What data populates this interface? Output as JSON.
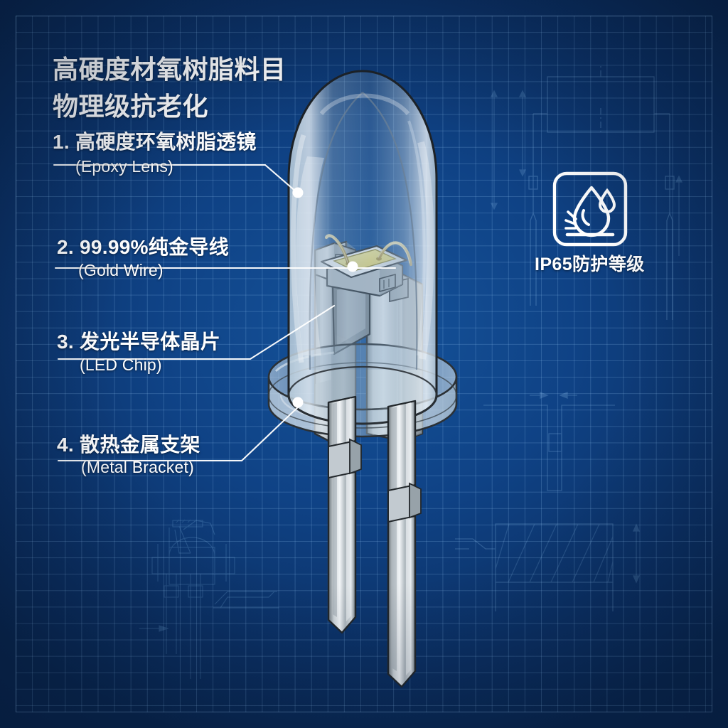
{
  "headline": {
    "line1": "高硬度材氧树脂料目",
    "line2": "物理级抗老化"
  },
  "callouts": [
    {
      "cn": "1. 高硬度环氧树脂透镜",
      "en": "(Epoxy Lens)"
    },
    {
      "cn": "2. 99.99%纯金导线",
      "en": "(Gold Wire)"
    },
    {
      "cn": "3. 发光半导体晶片",
      "en": "(LED Chip)"
    },
    {
      "cn": "4. 散热金属支架",
      "en": "(Metal Bracket)"
    }
  ],
  "badge": {
    "label": "IP65防护等级",
    "icon": "water-drop-splash-icon"
  },
  "colors": {
    "background_deep": "#09264f",
    "background_mid": "#0f4285",
    "background_light": "#15539b",
    "grid_line": "#96c8f5",
    "text": "#ffffff",
    "callout_line": "#ffffff",
    "epoxy_lens": "#cfe0ec",
    "metal_bracket": "#b9c2c8",
    "led_chip_phosphor": "#ece08a",
    "gold_wire": "#c8b36a",
    "lead_metal": "#d6dade"
  },
  "diagram": {
    "subject": "through-hole-led-cutaway",
    "parts": [
      "epoxy-dome-lens",
      "gold-bond-wires",
      "led-chip",
      "metal-bracket-reflector-cup",
      "base-flange",
      "anode-lead",
      "cathode-lead"
    ]
  }
}
